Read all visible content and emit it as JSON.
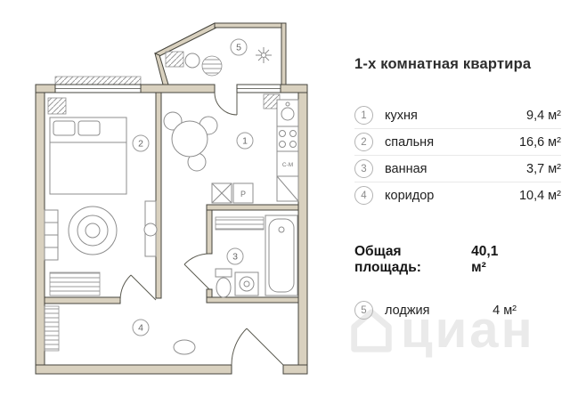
{
  "title": "1-х комнатная квартира",
  "legend": {
    "items": [
      {
        "num": "1",
        "label": "кухня",
        "area": "9,4 м²"
      },
      {
        "num": "2",
        "label": "спальня",
        "area": "16,6 м²"
      },
      {
        "num": "3",
        "label": "ванная",
        "area": "3,7 м²"
      },
      {
        "num": "4",
        "label": "коридор",
        "area": "10,4 м²"
      }
    ],
    "total_label": "Общая площадь:",
    "total_value": "40,1 м²",
    "loggia": {
      "num": "5",
      "label": "лоджия",
      "area": "4 м²"
    }
  },
  "plan": {
    "rooms": {
      "kitchen": "1",
      "bedroom": "2",
      "bathroom": "3",
      "corridor": "4",
      "loggia": "5"
    },
    "appliances": {
      "washer_label": "С-М",
      "pantry_label": "Р"
    }
  },
  "watermark": {
    "text": "циан",
    "icon": "house-outline-icon"
  },
  "colors": {
    "wall_fill": "#d9d1bf",
    "wall_outline": "#45443c",
    "watermark_gray": "#eaeaea"
  }
}
